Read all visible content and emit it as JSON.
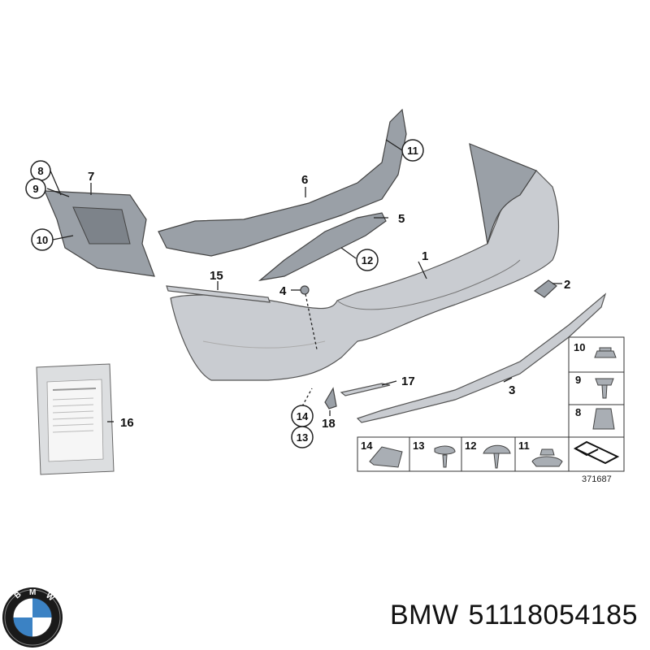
{
  "callouts": {
    "c1": "1",
    "c2": "2",
    "c3": "3",
    "c4": "4",
    "c5": "5",
    "c6": "6",
    "c7": "7",
    "c8": "8",
    "c9": "9",
    "c10": "10",
    "c11": "11",
    "c12": "12",
    "c13": "13",
    "c14": "14",
    "c15": "15",
    "c16": "16",
    "c17": "17",
    "c18": "18"
  },
  "legend": {
    "v10": "10",
    "v9": "9",
    "v8": "8",
    "h14": "14",
    "h13": "13",
    "h12": "12",
    "h11": "11"
  },
  "reference_number": "371687",
  "brand": "BMW",
  "part_number": "51118054185",
  "colors": {
    "part_fill": "#c9ccd1",
    "part_stroke": "#555555",
    "text": "#111111"
  }
}
